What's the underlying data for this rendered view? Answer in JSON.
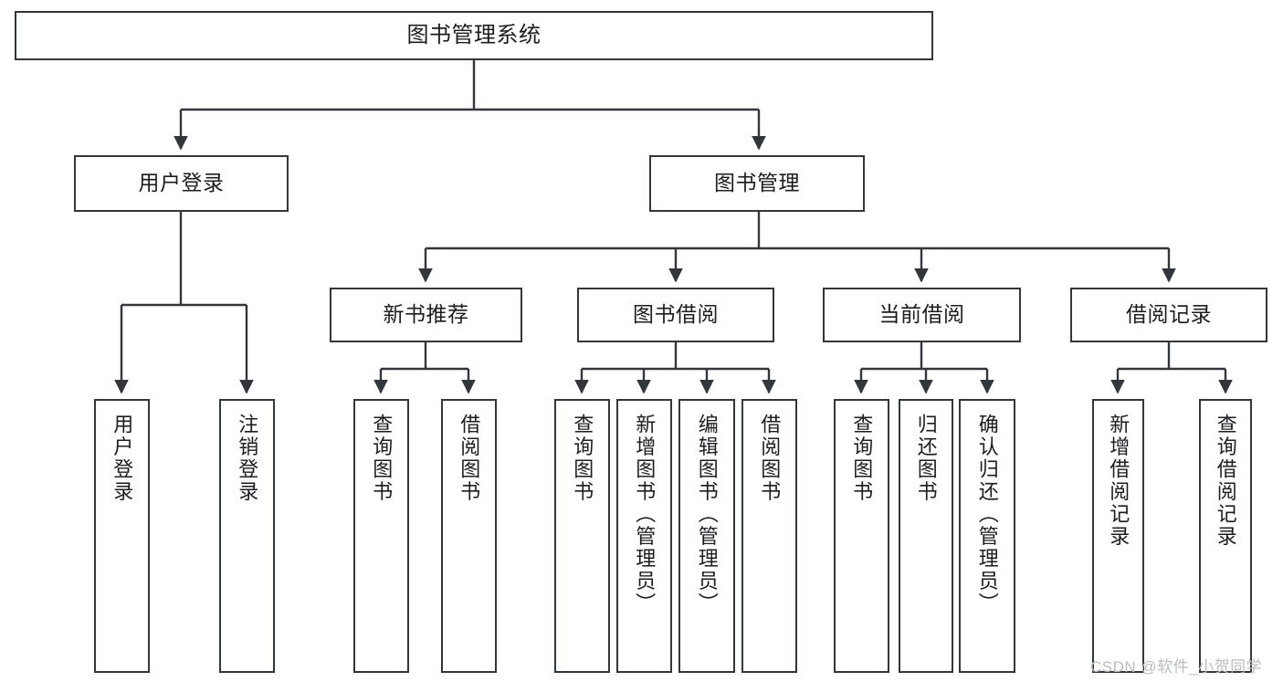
{
  "diagram": {
    "title": "图书管理系统",
    "type": "tree-hierarchy-diagram",
    "colors": {
      "box_border": "#33363b",
      "box_fill": "#ffffff",
      "line": "#33363b",
      "text": "#1d1d1f",
      "watermark": "#b9bcc0",
      "background": "#ffffff"
    },
    "root": {
      "label": "图书管理系统"
    },
    "level2": [
      {
        "label": "用户登录"
      },
      {
        "label": "图书管理"
      }
    ],
    "level3": [
      {
        "label": "新书推荐"
      },
      {
        "label": "图书借阅"
      },
      {
        "label": "当前借阅"
      },
      {
        "label": "借阅记录"
      }
    ],
    "leaves": {
      "user_login": [
        {
          "label": "用户登录"
        },
        {
          "label": "注销登录"
        }
      ],
      "new_book_recommend": [
        {
          "label": "查询图书"
        },
        {
          "label": "借阅图书"
        }
      ],
      "book_borrow": [
        {
          "label": "查询图书"
        },
        {
          "label": "新增图书（管理员）"
        },
        {
          "label": "编辑图书（管理员）"
        },
        {
          "label": "借阅图书"
        }
      ],
      "current_borrow": [
        {
          "label": "查询图书"
        },
        {
          "label": "归还图书"
        },
        {
          "label": "确认归还（管理员）"
        }
      ],
      "borrow_record": [
        {
          "label": "新增借阅记录"
        },
        {
          "label": "查询借阅记录"
        }
      ]
    }
  },
  "watermark": {
    "text": "CSDN @软件_小贺同学"
  }
}
